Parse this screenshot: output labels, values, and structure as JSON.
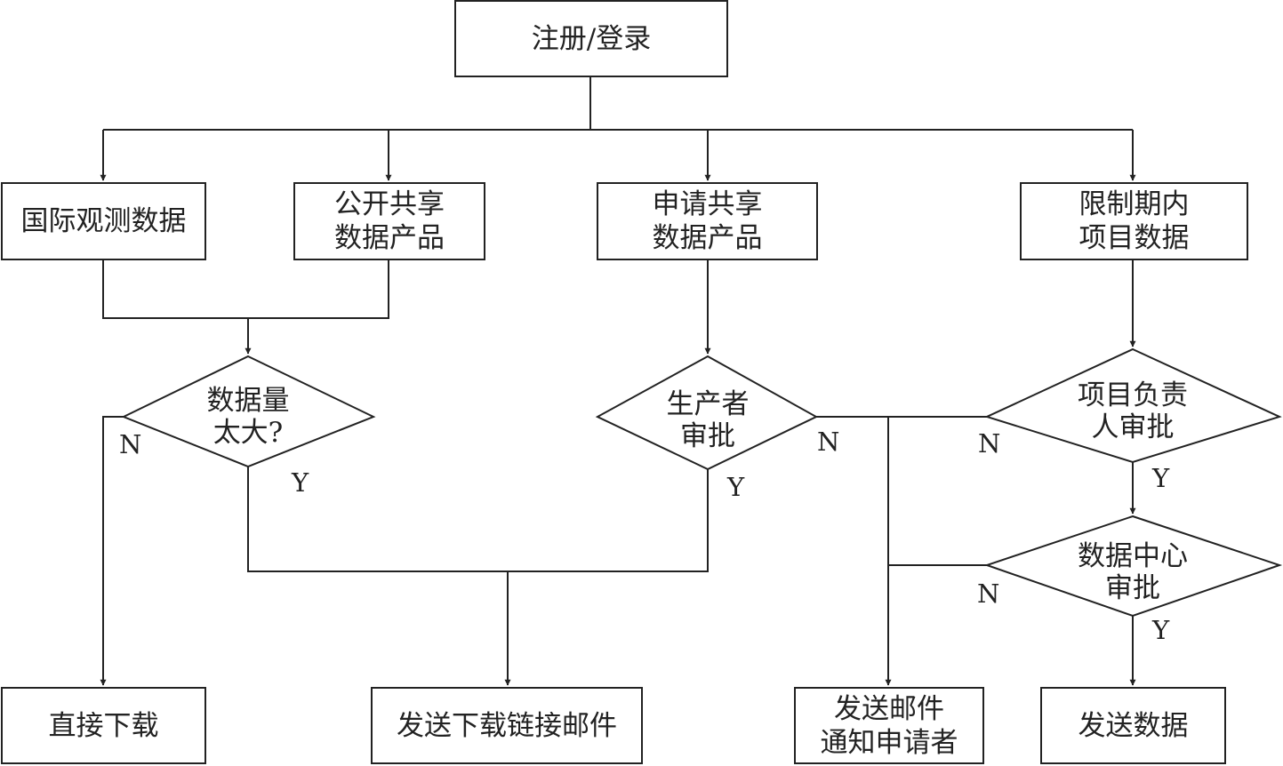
{
  "nodes": {
    "login": [
      "注册/登录"
    ],
    "intl_obs": [
      "国际观测数据"
    ],
    "public_share": [
      "公开共享",
      "数据产品"
    ],
    "apply_share": [
      "申请共享",
      "数据产品"
    ],
    "restricted": [
      "限制期内",
      "项目数据"
    ],
    "direct_download": [
      "直接下载"
    ],
    "send_link": [
      "发送下载链接邮件"
    ],
    "notify": [
      "发送邮件",
      "通知申请者"
    ],
    "send_data": [
      "发送数据"
    ]
  },
  "decisions": {
    "too_large": [
      "数据量",
      "太大?"
    ],
    "producer": [
      "生产者",
      "审批"
    ],
    "pi": [
      "项目负责",
      "人审批"
    ],
    "center": [
      "数据中心",
      "审批"
    ]
  },
  "branch_labels": {
    "too_large_no": "N",
    "too_large_yes": "Y",
    "producer_no": "N",
    "producer_yes": "Y",
    "pi_no": "N",
    "pi_yes": "Y",
    "center_no": "N",
    "center_yes": "Y"
  }
}
